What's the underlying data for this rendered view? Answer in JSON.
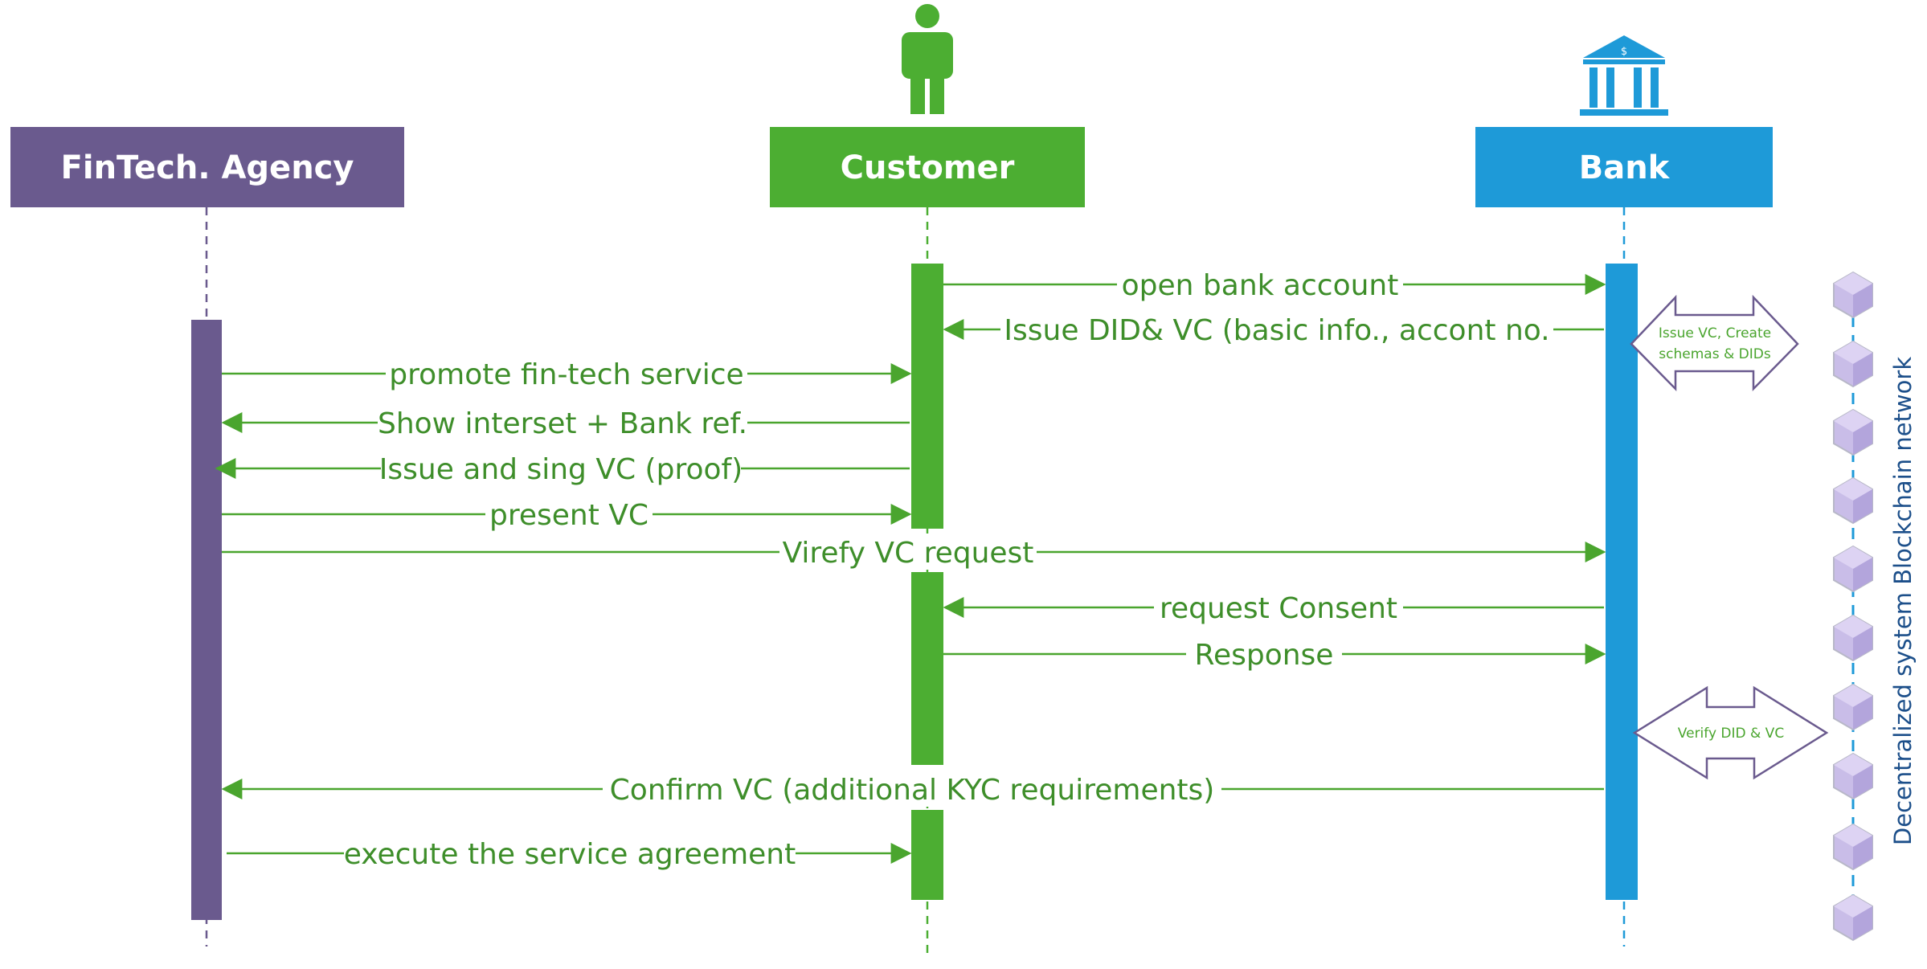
{
  "actors": {
    "fintech": {
      "label": "FinTech. Agency",
      "color": "#6a5a8e"
    },
    "customer": {
      "label": "Customer",
      "color": "#4cae32",
      "icon": "person-icon"
    },
    "bank": {
      "label": "Bank",
      "color": "#1e9ad8",
      "icon": "bank-building-icon"
    }
  },
  "messages": [
    {
      "text": "open bank account"
    },
    {
      "text": "Issue DID& VC (basic info., accont no."
    },
    {
      "text": "promote fin-tech service"
    },
    {
      "text": "Show interset + Bank ref."
    },
    {
      "text": "Issue and sing VC (proof)"
    },
    {
      "text": "present VC"
    },
    {
      "text": "Virefy VC request"
    },
    {
      "text": "request Consent"
    },
    {
      "text": "Response"
    },
    {
      "text": "Confirm VC (additional KYC requirements)"
    },
    {
      "text": "execute the service agreement"
    }
  ],
  "notes": {
    "issue": {
      "line1": "Issue VC, Create",
      "line2": "schemas & DIDs"
    },
    "verify": {
      "text": "Verify DID & VC"
    }
  },
  "blockchain": {
    "label": "Decentralized system Blockchain network",
    "icon": "blockchain-block-icon",
    "label_color": "#1c4f8a"
  },
  "colors": {
    "arrow": "#4aa52e",
    "note_border": "#6a5a8e",
    "block_fill": "#c9bde8"
  }
}
